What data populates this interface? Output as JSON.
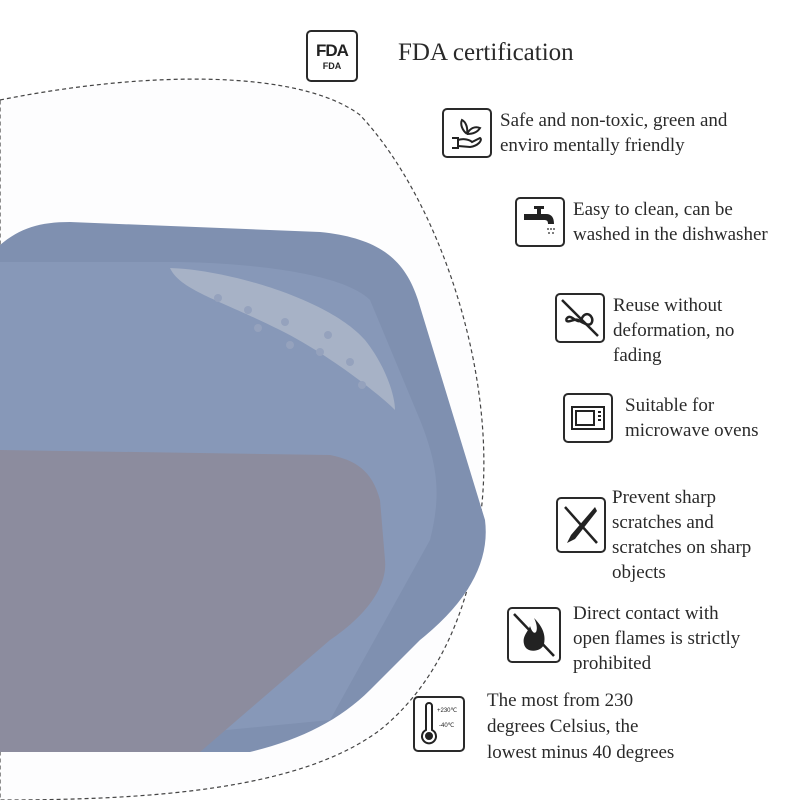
{
  "colors": {
    "rim": "#7f90b0",
    "inner": "#8798b8",
    "bottom": "#8c8c9e",
    "dashed": "#444444"
  },
  "fda": {
    "icon": "fda-logo-icon",
    "logo_text": "FDA",
    "logo_sub": "FDA",
    "title": "FDA certification"
  },
  "features": [
    {
      "icon": "plant-hand-icon",
      "text": "Safe and non-toxic, green and\nenviro mentally friendly"
    },
    {
      "icon": "faucet-icon",
      "text": "Easy to clean, can be\nwashed in the dishwasher"
    },
    {
      "icon": "no-deformation-icon",
      "text": "Reuse without\ndeformation, no\nfading"
    },
    {
      "icon": "microwave-icon",
      "text": "Suitable for\nmicrowave ovens"
    },
    {
      "icon": "no-knife-icon",
      "text": "Prevent sharp\nscratches and\nscratches on sharp\nobjects"
    },
    {
      "icon": "no-fire-icon",
      "text": "Direct contact with\nopen flames is strictly\nprohibited"
    },
    {
      "icon": "thermometer-icon",
      "text": "The most from 230\ndegrees Celsius, the\nlowest minus 40 degrees",
      "thermo_high": "+230℃",
      "thermo_low": "-40℃"
    }
  ]
}
